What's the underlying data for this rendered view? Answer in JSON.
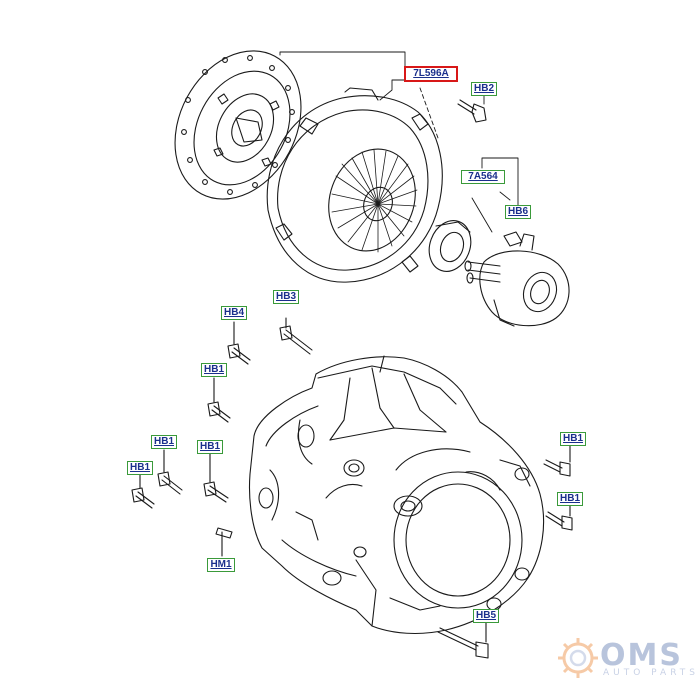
{
  "callouts": {
    "clutch_kit": "7L596A",
    "hb2": "HB2",
    "bearing": "7A564",
    "hb6": "HB6",
    "hb4": "HB4",
    "hb3": "HB3",
    "hb1_upper": "HB1",
    "hb1_left_mid": "HB1",
    "hb1_left_low": "HB1",
    "hb1_center": "HB1",
    "hb1_right_upper": "HB1",
    "hb1_right_lower": "HB1",
    "hm1": "HM1",
    "hb5": "HB5"
  },
  "watermark": {
    "brand": "OMS",
    "tagline": "AUTO PARTS"
  },
  "colors": {
    "label_text": "#1a2f8c",
    "label_border": "#3a9a3a",
    "highlight_border": "#d81818",
    "line": "#1a1a1a",
    "watermark": "#b8c4dc"
  }
}
